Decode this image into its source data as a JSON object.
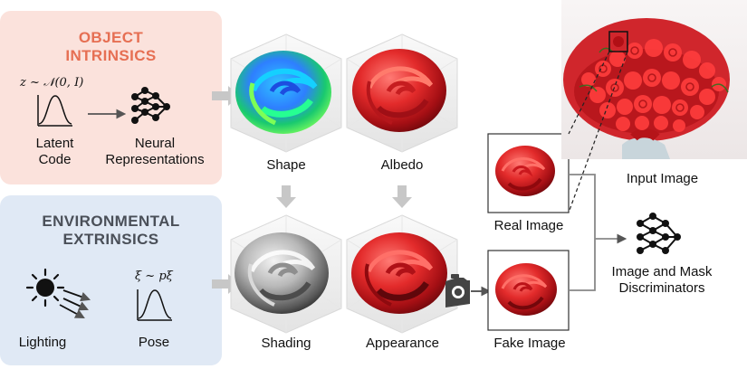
{
  "object_intrinsics": {
    "title_line1": "OBJECT",
    "title_line2": "INTRINSICS",
    "formula": "z ~ 𝒩(0, I)",
    "latent_line1": "Latent",
    "latent_line2": "Code",
    "neural_line1": "Neural",
    "neural_line2": "Representations"
  },
  "environmental_extrinsics": {
    "title_line1": "ENVIRONMENTAL",
    "title_line2": "EXTRINSICS",
    "formula": "ξ ~ pξ",
    "lighting_label": "Lighting",
    "pose_label": "Pose"
  },
  "stages": {
    "shape": "Shape",
    "albedo": "Albedo",
    "shading": "Shading",
    "appearance": "Appearance"
  },
  "images": {
    "real": "Real Image",
    "fake": "Fake Image",
    "input": "Input Image"
  },
  "discriminator": {
    "line1": "Image and Mask",
    "line2": "Discriminators"
  },
  "colors": {
    "top_panel": "#fbe2dc",
    "bottom_panel": "#e0e9f5",
    "top_title": "#e66f53",
    "bottom_title": "#4a4f58",
    "arrow_gray": "#c7c7c7",
    "rose_red": "#d3161c"
  }
}
